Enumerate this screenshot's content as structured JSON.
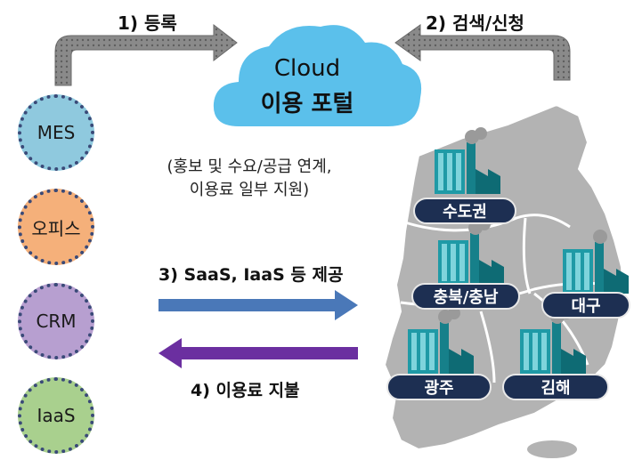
{
  "steps": {
    "register": "1) 등록",
    "search": "2) 검색/신청",
    "provide": "3) SaaS, IaaS 등 제공",
    "pay": "4) 이용료 지불"
  },
  "cloud": {
    "line1": "Cloud",
    "line2": "이용 포털"
  },
  "description": {
    "line1": "(홍보 및 수요/공급 연계,",
    "line2": "이용료 일부 지원)"
  },
  "services": [
    {
      "label": "MES",
      "color": "#8fc9de"
    },
    {
      "label": "오피스",
      "color": "#f5b07a"
    },
    {
      "label": "CRM",
      "color": "#b79fd0"
    },
    {
      "label": "IaaS",
      "color": "#a9d08e"
    }
  ],
  "regions": [
    {
      "label": "수도권"
    },
    {
      "label": "충북/충남"
    },
    {
      "label": "대구"
    },
    {
      "label": "광주"
    },
    {
      "label": "김해"
    }
  ],
  "colors": {
    "cloud": "#5bc0eb",
    "arrow_provide": "#4a78b8",
    "arrow_pay": "#6b2fa0",
    "connector": "#888888",
    "map": "#b3b3b3",
    "badge": "#1d2f52"
  }
}
